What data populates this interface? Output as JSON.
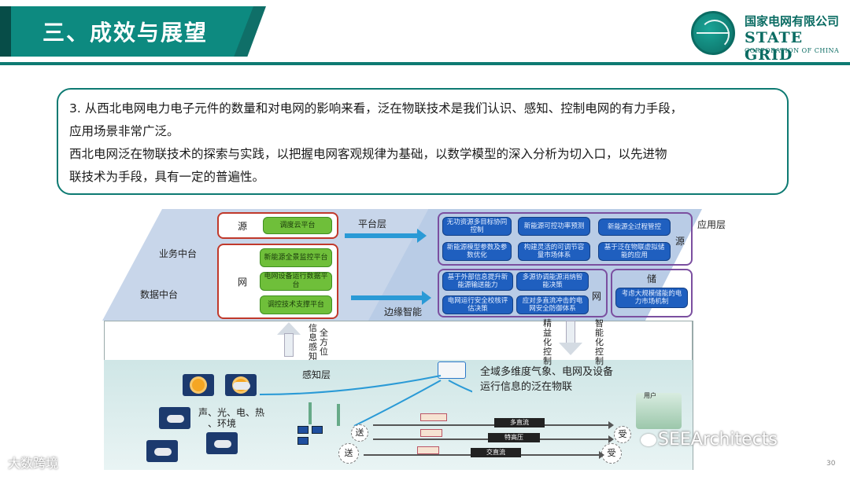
{
  "header": {
    "title": "三、成效与展望",
    "company_cn": "国家电网有限公司",
    "company_en": "STATE GRID",
    "company_sub": "CORPORATION OF CHINA",
    "logo_icon": "state-grid-globe-logo"
  },
  "textbox": {
    "line1": "3. 从西北电网电力电子元件的数量和对电网的影响来看，泛在物联技术是我们认识、感知、控制电网的有力手段，",
    "line2": "应用场景非常广泛。",
    "line3": "西北电网泛在物联技术的探索与实践，以把握电网客观规律为基础，以数学模型的深入分析为切入口，以先进物",
    "line4": "联技术为手段，具有一定的普遍性。"
  },
  "diagram": {
    "platform_layer": "平台层",
    "application_layer": "应用层",
    "business_center": "业务中台",
    "data_center": "数据中台",
    "edge_intelligence": "边缘智能",
    "perception_layer": "感知层",
    "source_label": "源",
    "grid_label": "网",
    "source_right": "源",
    "grid_right": "网",
    "storage_right": "储",
    "platform_items": {
      "dispatch_cloud": "调度云平台",
      "new_energy_monitor": "新能源全景监控平台",
      "equipment_data": "电网设备运行数据平台",
      "control_support": "调控技术支撑平台"
    },
    "app_items": [
      "无功资源多目标协同控制",
      "新能源可控功率预测",
      "新能源全过程管控",
      "新能源模型参数及参数优化",
      "构建灵活的可调节容量市场体系",
      "基于泛在物联虚拟储能的应用",
      "基于外部信息提升新能源输送能力",
      "多源协调能源消纳智能决策",
      "电网运行安全校核评估决策",
      "应对多直流冲击的电网安全防御体系",
      "考虑大规模储能的电力市场机制"
    ],
    "arrow_up_text": "信息感知",
    "arrow_up_text2": "全方位",
    "arrow_down_text": "精益化控制",
    "arrow_down_text2": "智能化控制",
    "sensing_caption_1": "全域多维度气象、电网及设备",
    "sensing_caption_2": "运行信息的泛在物联",
    "weather_caption_1": "声、光、电、热",
    "weather_caption_2": "、环境",
    "send": "送",
    "receive": "受",
    "user": "用户",
    "flow_tags": [
      "多直流",
      "特高压",
      "交直流"
    ]
  },
  "watermarks": {
    "left": "大数跨境",
    "right": "SEEArchitects"
  },
  "page_number": "30",
  "colors": {
    "brand": "#0d7a72",
    "platform_border": "#c0392b",
    "app_border": "#7b4fa0",
    "green_pill": "#6fbf3a",
    "blue_pill": "#1f5fbf",
    "arrow": "#2a9ad6"
  }
}
